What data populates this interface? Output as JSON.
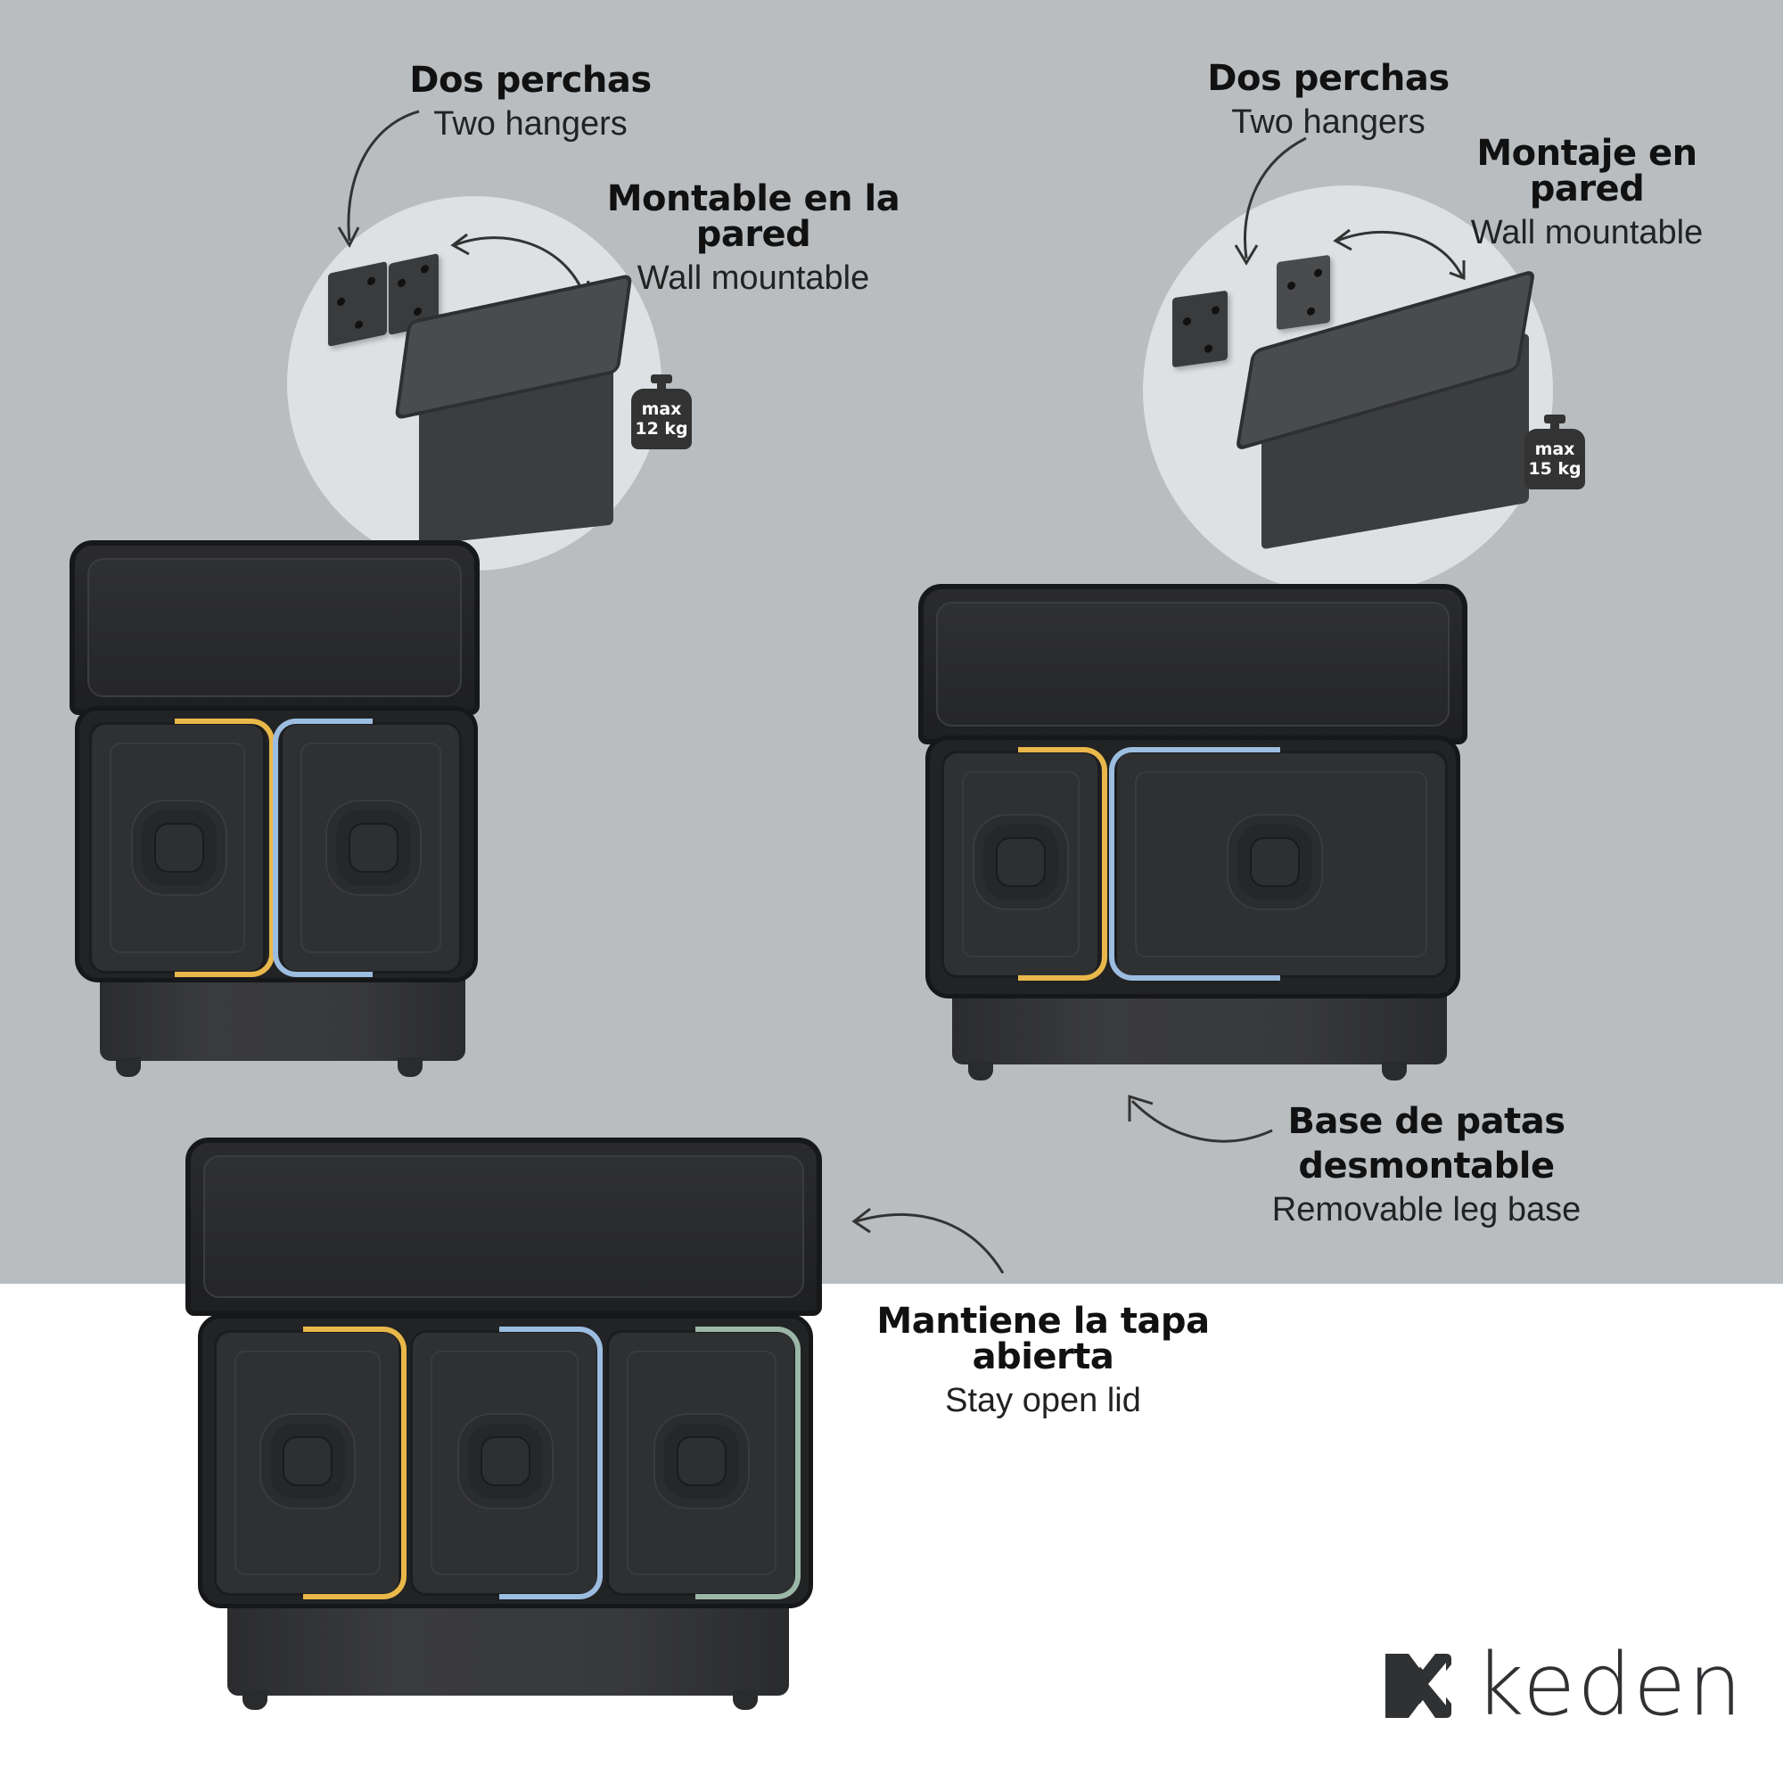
{
  "callouts": {
    "left_hangers": {
      "es": "Dos perchas",
      "en": "Two hangers"
    },
    "left_wall": {
      "es": "Montable en la pared",
      "en": "Wall mountable"
    },
    "right_hangers": {
      "es": "Dos perchas",
      "en": "Two hangers"
    },
    "right_wall": {
      "es": "Montaje en pared",
      "en": "Wall mountable"
    },
    "legs": {
      "es_line1": "Base de patas",
      "es_line2": "desmontable",
      "en": "Removable leg base"
    },
    "lid": {
      "es": "Mantiene la tapa abierta",
      "en": "Stay open lid"
    }
  },
  "weight_badges": {
    "left": {
      "line1": "max",
      "line2": "12 kg"
    },
    "right": {
      "line1": "max",
      "line2": "15 kg"
    }
  },
  "products": [
    {
      "id": "two-equal",
      "compartments": [
        "yellow",
        "blue"
      ]
    },
    {
      "id": "two-unequal",
      "compartments": [
        "yellow",
        "blue"
      ]
    },
    {
      "id": "three",
      "compartments": [
        "yellow",
        "blue",
        "green"
      ]
    }
  ],
  "colors": {
    "background_gray": "#b9bdc0",
    "background_white": "#ffffff",
    "inset_circle": "#dde1e3",
    "bin_dark": "#222325",
    "handle_yellow": "#e9b84a",
    "handle_blue": "#9cbde0",
    "handle_green": "#9bb8a6",
    "logo": "#2f3133"
  },
  "brand": {
    "name": "keden"
  }
}
